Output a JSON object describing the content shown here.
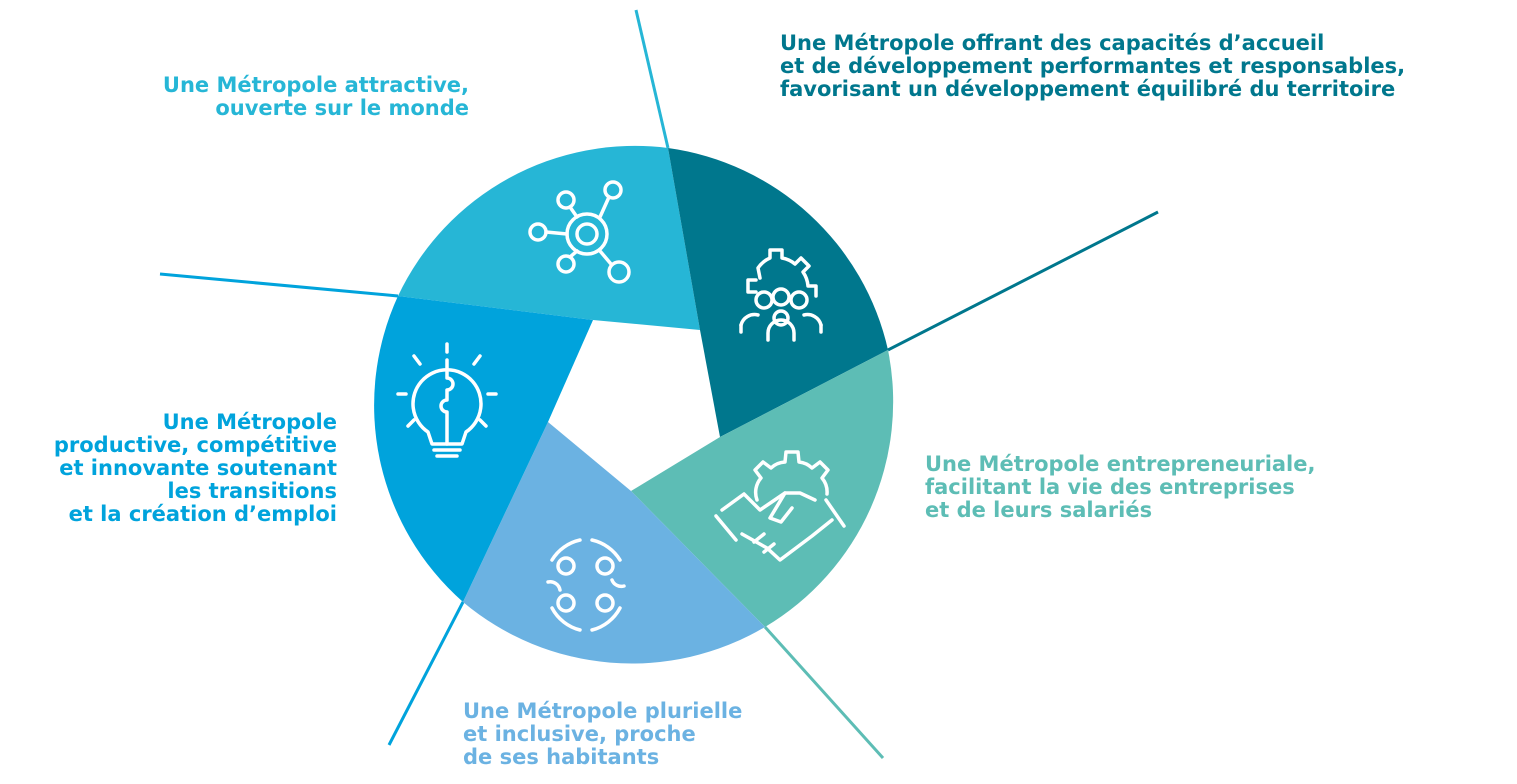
{
  "colors": {
    "attractive": "#26b6d6",
    "accueil": "#00778d",
    "entreprise": "#5dbdb5",
    "plurielle": "#6bb2e2",
    "productive": "#00a3dc"
  },
  "segments": [
    {
      "id": "attractive",
      "icon": "network-icon",
      "lines": [
        "Une Métropole attractive,",
        "ouverte sur le monde"
      ]
    },
    {
      "id": "accueil",
      "icon": "team-gear-icon",
      "lines": [
        "Une Métropole offrant des capacités d’accueil",
        "et de développement performantes et responsables,",
        "favorisant un développement équilibré du territoire"
      ]
    },
    {
      "id": "entreprise",
      "icon": "handshake-gear-icon",
      "lines": [
        "Une Métropole entrepreneuriale,",
        "facilitant la vie des entreprises",
        "et de leurs salariés"
      ]
    },
    {
      "id": "plurielle",
      "icon": "community-circle-icon",
      "lines": [
        "Une Métropole plurielle",
        "et inclusive, proche",
        "de ses habitants"
      ]
    },
    {
      "id": "productive",
      "icon": "lightbulb-puzzle-icon",
      "lines": [
        "Une Métropole",
        "productive, compétitive",
        "et innovante soutenant",
        "les transitions",
        "et la création d’emploi"
      ]
    }
  ]
}
